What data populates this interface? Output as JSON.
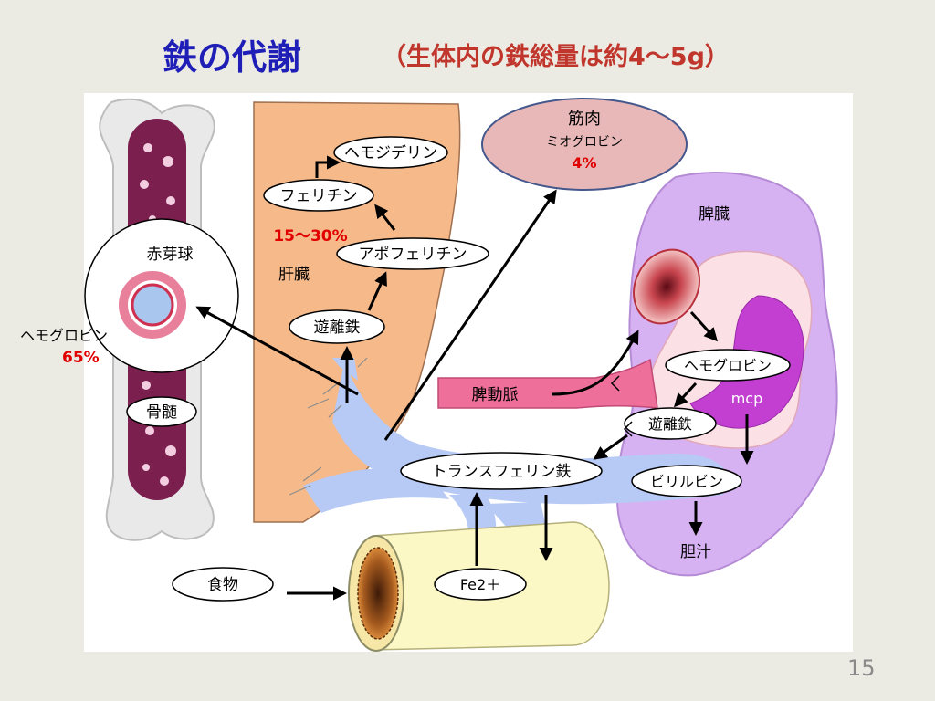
{
  "slide": {
    "title": "鉄の代謝",
    "subtitle": "（生体内の鉄総量は約4〜5g）",
    "page_number": "15"
  },
  "colors": {
    "title": "#1f1fb8",
    "subtitle": "#c0362c",
    "percent": "#e00000",
    "liver": "#f5b98a",
    "spleen": "#d7b2f2",
    "vessel": "#b7c9f5",
    "intestine": "#fbf8c6",
    "muscle": "#e8b8b8",
    "splenic_vein": "#ef6f9b",
    "marrow": "#7a1f4e"
  },
  "diagram": {
    "bone_marrow": {
      "cell_label": "赤芽球",
      "marrow_label": "骨髄",
      "hemoglobin_label": "ヘモグロビン",
      "hemoglobin_percent": "65%"
    },
    "liver": {
      "organ_label": "肝臓",
      "free_iron": "遊離鉄",
      "apoferritin": "アポフェリチン",
      "ferritin": "フェリチン",
      "hemosiderin": "ヘモジデリン",
      "storage_percent": "15〜30%"
    },
    "muscle": {
      "label": "筋肉",
      "sublabel": "ミオグロビン",
      "percent": "4%"
    },
    "spleen": {
      "organ_label": "脾臓",
      "hemoglobin": "ヘモグロビン",
      "mcp": "mcp",
      "free_iron": "遊離鉄",
      "bilirubin": "ビリルビン",
      "bile": "胆汁",
      "splenic_vein": "脾動脈"
    },
    "transferrin": "トランスフェリン鉄",
    "food": "食物",
    "fe2": "Fe2＋"
  }
}
